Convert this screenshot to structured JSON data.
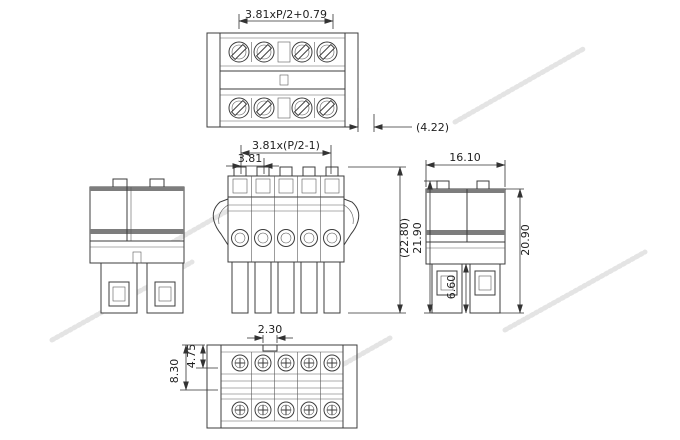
{
  "colors": {
    "line": "#3c3c3c",
    "dim": "#333333",
    "watermark": "#cfcfcf",
    "background": "#ffffff"
  },
  "dimensions": {
    "top_pitch": "3.81xP/2+0.79",
    "top_ref": "(4.22)",
    "front_span": "3.81x(P/2-1)",
    "front_pitch": "3.81",
    "side_width": "16.10",
    "height_ref": "(22.80)",
    "height_front": "21.90",
    "height_side": "20.90",
    "foot_height": "6.60",
    "bottom_offset": "2.30",
    "bottom_row1": "4.75",
    "bottom_row2": "8.30"
  }
}
